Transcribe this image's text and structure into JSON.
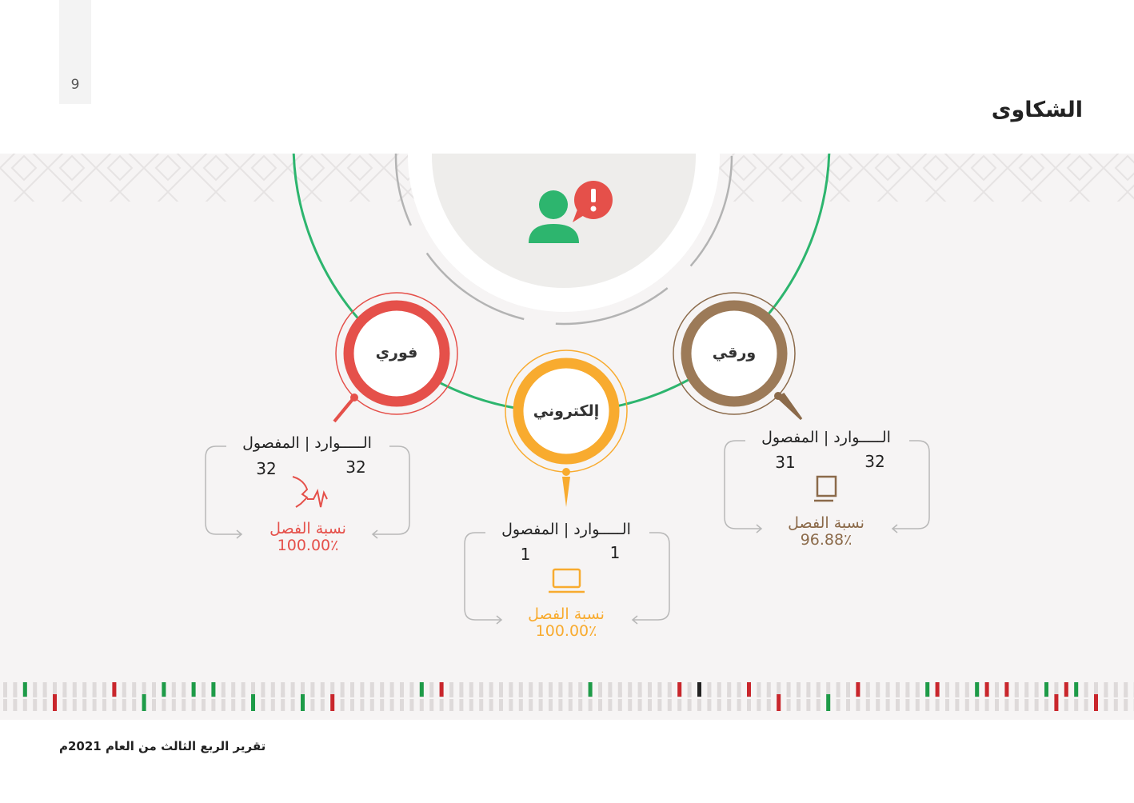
{
  "page_number": "9",
  "title": "الشكاوى",
  "footer": "تقرير الربع الثالث من العام 2021م",
  "colors": {
    "green": "#2db56e",
    "red": "#e5504a",
    "orange": "#f8ab2f",
    "brown": "#8b6a4a",
    "alert": "#e5504a"
  },
  "channels": [
    {
      "name": "فوري",
      "header": "الـــــوارد | المفصول",
      "received": "32",
      "resolved": "32",
      "rate_label": "نسبة الفصل",
      "rate": "100.00٪",
      "icon": "voice-call-icon"
    },
    {
      "name": "إلكتروني",
      "header": "الـــــوارد | المفصول",
      "received": "1",
      "resolved": "1",
      "rate_label": "نسبة الفصل",
      "rate": "100.00٪",
      "icon": "laptop-icon"
    },
    {
      "name": "ورقي",
      "header": "الـــــوارد | المفصول",
      "received": "32",
      "resolved": "31",
      "rate_label": "نسبة الفصل",
      "rate": "96.88٪",
      "icon": "document-icon"
    }
  ]
}
